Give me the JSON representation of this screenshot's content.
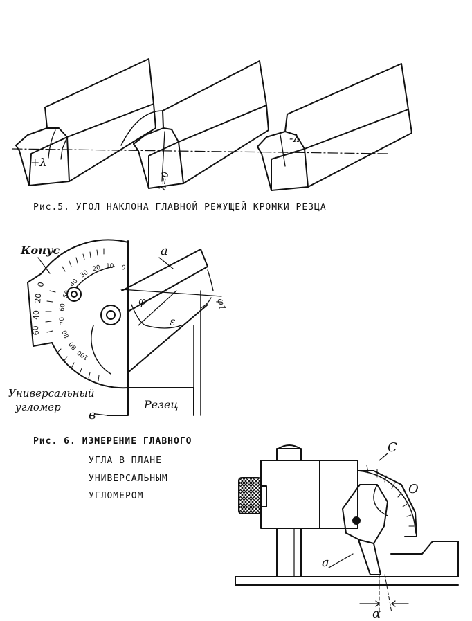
{
  "fig5": {
    "caption": "Рис.5.  УГОЛ НАКЛОНА ГЛАВНОЙ РЕЖУЩЕЙ КРОМКИ РЕЗЦА",
    "labels": {
      "plus_lambda": "+λ",
      "zero_lambda": "λ=0",
      "minus_lambda": "-λ"
    }
  },
  "fig6": {
    "caption_lines": [
      "Рис. 6.  ИЗМЕРЕНИЕ ГЛАВНОГО",
      "УГЛА В ПЛАНЕ",
      "УНИВЕРСАЛЬНЫМ",
      "УГЛОМЕРОМ"
    ],
    "labels": {
      "cone": "Конус",
      "a": "а",
      "phi": "φ",
      "epsilon": "ε",
      "phi1": "φ1",
      "universal_1": "Универсальный",
      "universal_2": "угломер",
      "b": "в",
      "cutter": "Резец"
    },
    "scale_outer": [
      "0",
      "20",
      "40",
      "60"
    ],
    "scale_inner": [
      "0",
      "10",
      "20",
      "30",
      "40",
      "50",
      "60",
      "70",
      "80",
      "90",
      "100"
    ]
  },
  "fig7": {
    "labels": {
      "c": "С",
      "o": "О",
      "a": "а",
      "alpha": "α"
    }
  }
}
